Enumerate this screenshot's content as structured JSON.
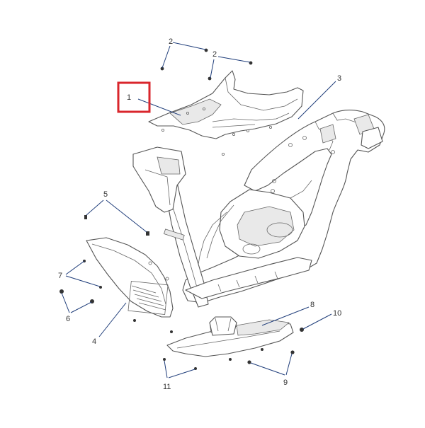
{
  "highlight_color": "#d9262c",
  "leader_color": "#1f3d7a",
  "callouts": [
    {
      "id": "1",
      "label": "1"
    },
    {
      "id": "2a",
      "label": "2"
    },
    {
      "id": "2b",
      "label": "2"
    },
    {
      "id": "3",
      "label": "3"
    },
    {
      "id": "4",
      "label": "4"
    },
    {
      "id": "5",
      "label": "5"
    },
    {
      "id": "6",
      "label": "6"
    },
    {
      "id": "7",
      "label": "7"
    },
    {
      "id": "8",
      "label": "8"
    },
    {
      "id": "9",
      "label": "9"
    },
    {
      "id": "10",
      "label": "10"
    },
    {
      "id": "11",
      "label": "11"
    }
  ],
  "highlighted_callout": "1"
}
